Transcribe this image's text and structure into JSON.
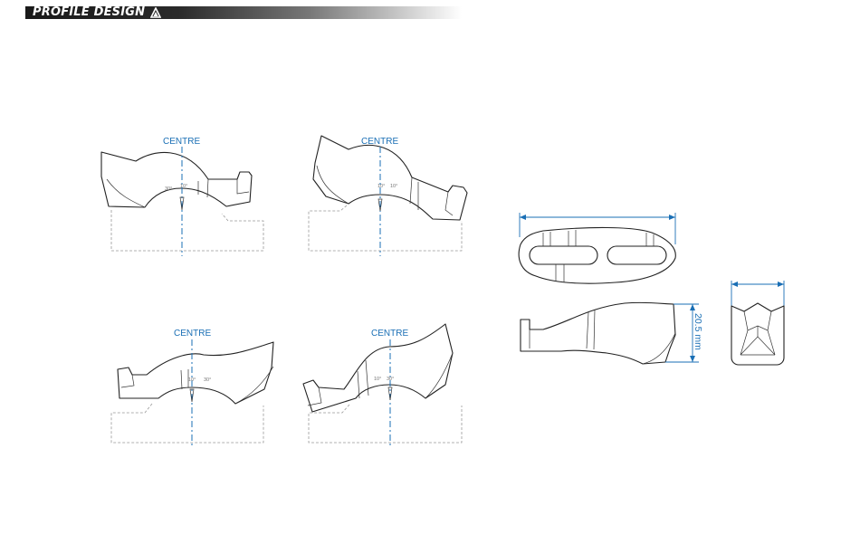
{
  "header": {
    "brand": "PROFILE DESIGN"
  },
  "views": [
    {
      "label": "CENTRE",
      "angles": [
        "30°",
        "10°"
      ]
    },
    {
      "label": "CENTRE",
      "angles": [
        "10°",
        "10°"
      ]
    },
    {
      "label": "CENTRE",
      "angles": [
        "10°",
        "30°"
      ]
    },
    {
      "label": "CENTRE",
      "angles": [
        "10°",
        "30°"
      ]
    }
  ],
  "dimensions": {
    "height": "20.5 mm"
  },
  "colors": {
    "accent": "#1a6fb5",
    "outline": "#222222",
    "header_dark": "#1a1a1a"
  }
}
